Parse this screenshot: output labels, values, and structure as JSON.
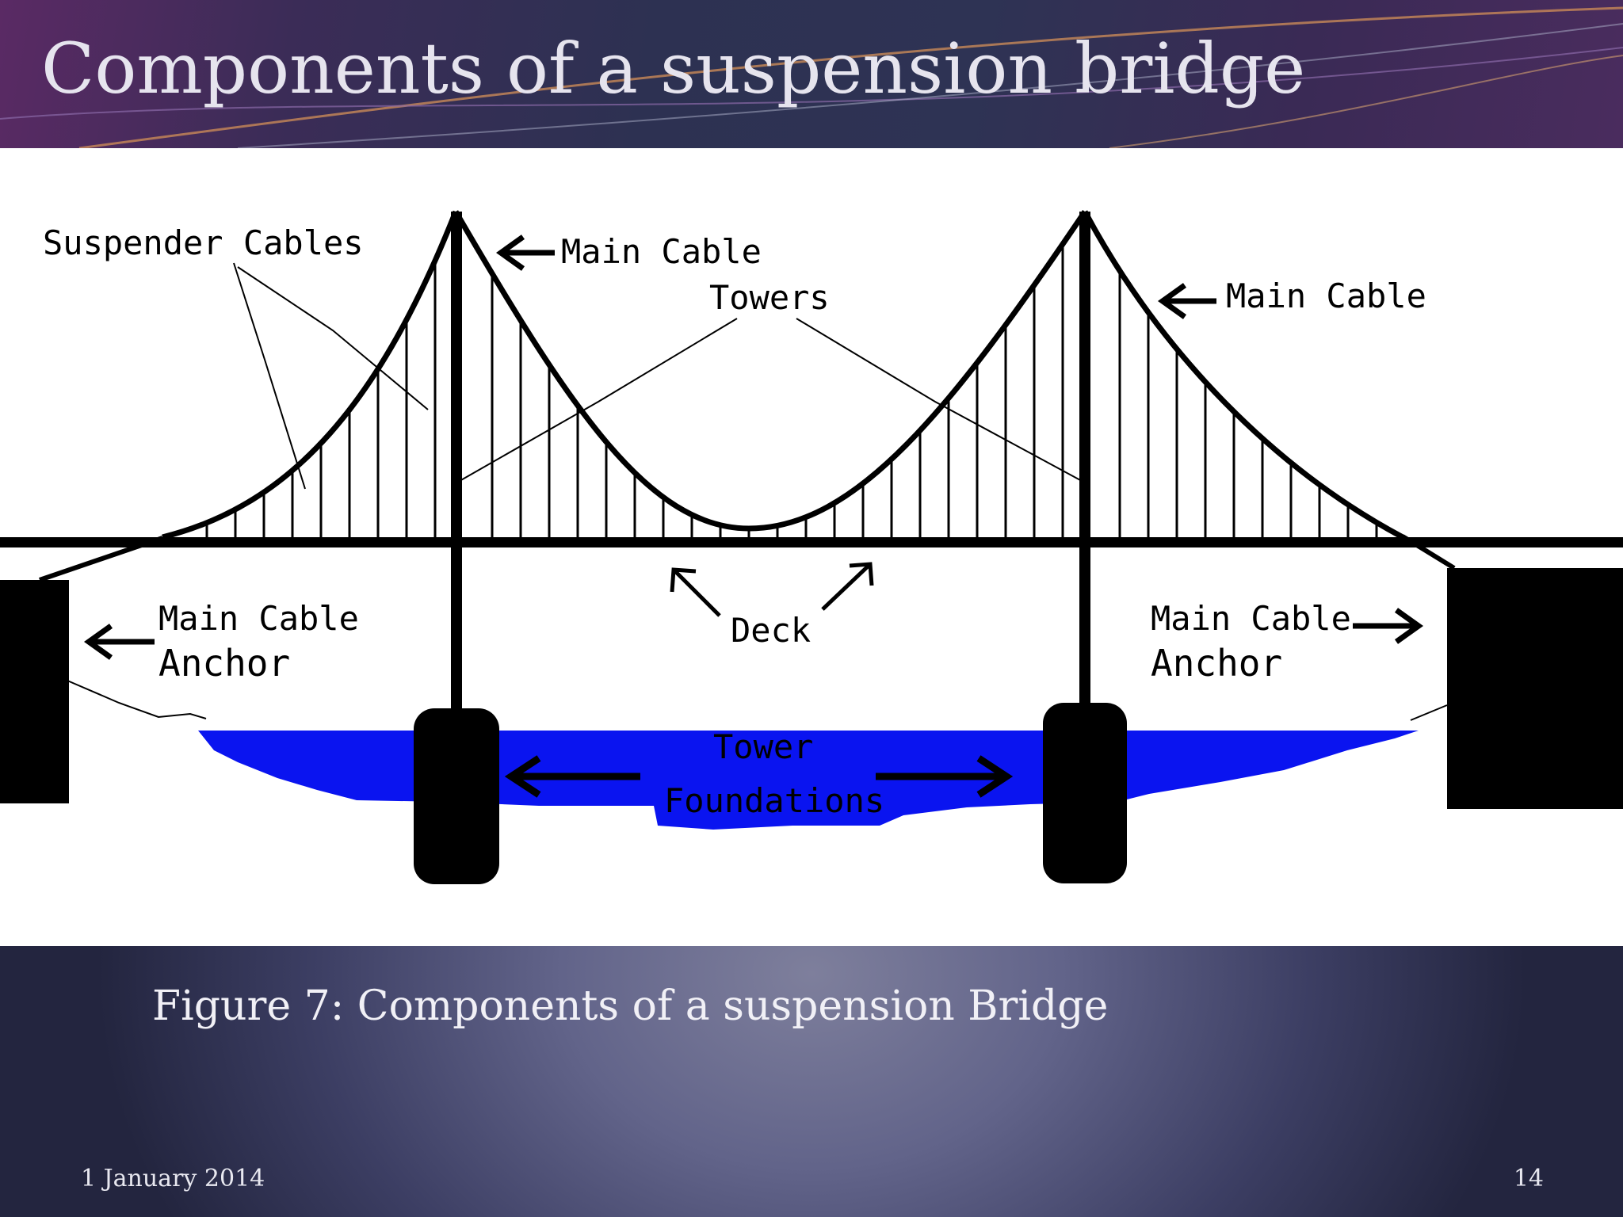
{
  "slide": {
    "title": "Components of a suspension bridge",
    "caption": "Figure 7: Components of a suspension Bridge",
    "footer_date": "1 January 2014",
    "page_number": "14"
  },
  "diagram": {
    "labels": {
      "suspender_cables": "Suspender Cables",
      "main_cable_left": "Main Cable",
      "towers": "Towers",
      "main_cable_right": "Main Cable",
      "anchor_left_line1": "Main Cable",
      "anchor_left_line2": "Anchor",
      "deck": "Deck",
      "anchor_right_line1": "Main Cable",
      "anchor_right_line2": "Anchor",
      "tower_foundations_line1": "Tower",
      "tower_foundations_line2": "Foundations"
    },
    "colors": {
      "water": "#0a14f0",
      "structure": "#000000",
      "background": "#ffffff"
    }
  }
}
